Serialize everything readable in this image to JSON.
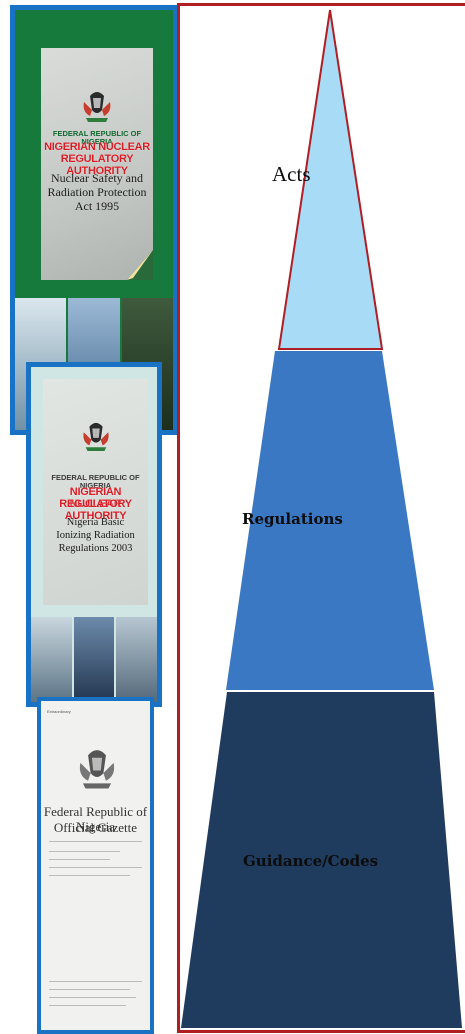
{
  "documents": [
    {
      "federal": "FEDERAL REPUBLIC OF NIGERIA",
      "authority_line1": "NIGERIAN NUCLEAR",
      "authority_line2": "REGULATORY AUTHORITY",
      "title_line1": "Nuclear Safety and",
      "title_line2": "Radiation Protection",
      "title_line3": "Act 1995"
    },
    {
      "federal": "FEDERAL REPUBLIC OF NIGERIA",
      "authority_line1": "NIGERIAN NUCLEAR",
      "authority_line2": "REGULATORY AUTHORITY",
      "title_line1": "Nigeria Basic",
      "title_line2": "Ionizing Radiation",
      "title_line3": "Regulations 2003"
    },
    {
      "corner": "Extraordinary",
      "title_line1": "Federal Republic of Nigeria",
      "title_line2": "Official Gazette"
    }
  ],
  "pyramid": {
    "tiers": [
      {
        "label": "Acts",
        "color": "#a7dbf6",
        "outline": "#b01e23"
      },
      {
        "label": "Regulations",
        "color": "#3a78c3"
      },
      {
        "label": "Guidance/Codes",
        "color": "#1f3b5e"
      }
    ]
  }
}
